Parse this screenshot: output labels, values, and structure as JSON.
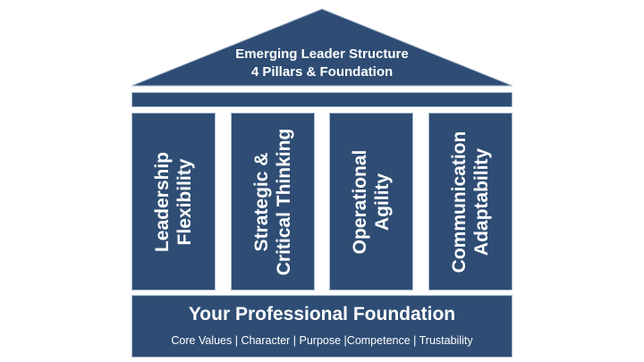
{
  "roof": {
    "line1": "Emerging Leader Structure",
    "line2": "4 Pillars & Foundation"
  },
  "pillars": [
    {
      "line1": "Leadership",
      "line2": "Flexibility"
    },
    {
      "line1": "Strategic &",
      "line2": "Critical Thinking"
    },
    {
      "line1": "Operational",
      "line2": "Agility"
    },
    {
      "line1": "Communication",
      "line2": "Adaptability"
    }
  ],
  "foundation": {
    "title": "Your Professional Foundation",
    "subtitle": "Core Values | Character | Purpose |Competence | Trustability"
  },
  "colors": {
    "block": "#2f4d74",
    "outline": "#a9bdd4",
    "text": "#ffffff"
  }
}
